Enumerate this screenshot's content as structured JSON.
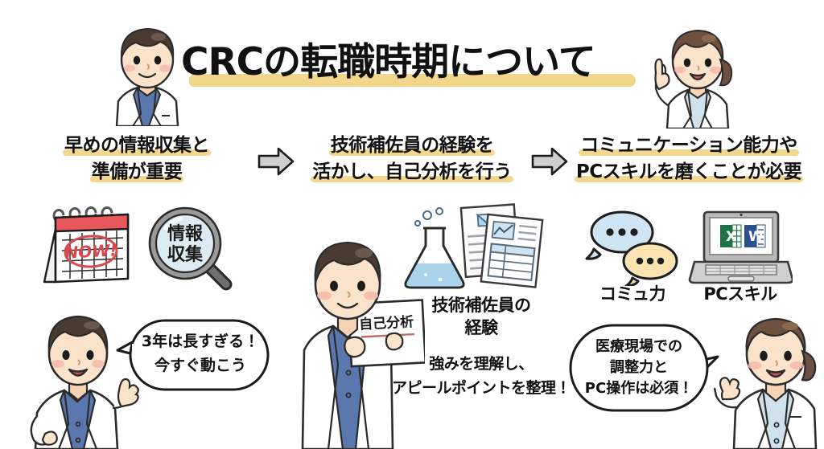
{
  "title": {
    "text": "CRCの転職時期について",
    "highlight_color": "#f2d68a"
  },
  "columns": [
    {
      "id": "step-1",
      "heading_lines": [
        "早めの情報収集と",
        "準備が重要"
      ],
      "illustrations": [
        {
          "name": "calendar",
          "badge": "NOW!",
          "top_color": "#e8575b"
        },
        {
          "name": "magnifier",
          "label_lines": [
            "情報",
            "収集"
          ],
          "lens_color": "#dceaf2"
        }
      ],
      "speech": {
        "lines": [
          "3年は長すぎる！",
          "今すぐ動こう"
        ]
      },
      "character": "male-doctor-pointing"
    },
    {
      "id": "step-2",
      "heading_lines": [
        "技術補佐員の経験を",
        "活かし、自己分析を行う"
      ],
      "notebook_label": "自己分析",
      "illustrations": [
        {
          "name": "flask",
          "liquid_color": "#a9d4ec"
        },
        {
          "name": "documents"
        }
      ],
      "caption_lines": [
        "技術補佐員の",
        "経験"
      ],
      "subcaption_lines": [
        "強みを理解し、",
        "アピールポイントを整理！"
      ],
      "character": "male-doctor-notebook"
    },
    {
      "id": "step-3",
      "heading_lines": [
        "コミュニケーション能力や",
        "PCスキルを磨くことが必要"
      ],
      "illustrations": [
        {
          "name": "chat-bubbles",
          "label": "コミュ力",
          "colors": [
            "#cfe4f2",
            "#fae3b0"
          ]
        },
        {
          "name": "laptop",
          "label": "PCスキル",
          "apps": [
            "X",
            "W"
          ]
        }
      ],
      "speech": {
        "lines": [
          "医療現場での",
          "調整力と",
          "PC操作は必須！"
        ]
      },
      "character": "female-doctor-pointing"
    }
  ],
  "arrows": [
    {
      "id": "arrow-1",
      "direction": "right"
    },
    {
      "id": "arrow-2",
      "direction": "right"
    }
  ],
  "characters": {
    "top_left": "male-doctor",
    "top_right": "female-doctor-finger-up"
  },
  "colors": {
    "highlight": "#f2d68a",
    "arrow_fill": "#cfcfcf",
    "calendar_red": "#e8575b",
    "excel_green": "#1f7244",
    "word_blue": "#2a4f8f",
    "lens_blue": "#dceaf2",
    "coat_white": "#ffffff",
    "skin": "#fbe0c8",
    "hair_dark": "#4a3b32",
    "hair_brown": "#6e5040",
    "shirt_blue": "#5b78ae"
  }
}
